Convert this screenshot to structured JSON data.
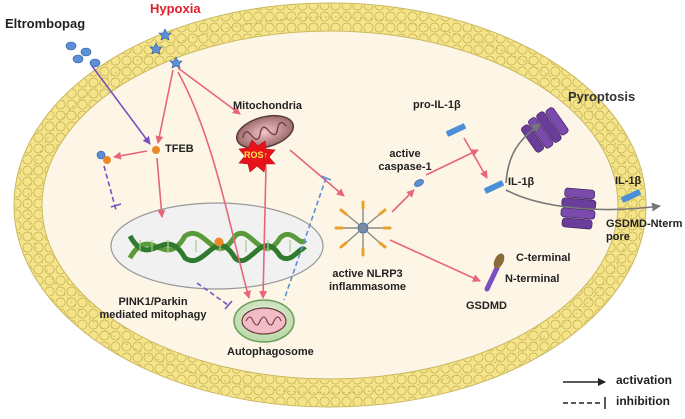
{
  "labels": {
    "eltrombopag": "Eltrombopag",
    "hypoxia": "Hypoxia",
    "tfeb": "TFEB",
    "mitochondria": "Mitochondria",
    "ros": "ROS↑",
    "pro_il1b": "pro-IL-1β",
    "pyroptosis": "Pyroptosis",
    "active_caspase1_line1": "active",
    "active_caspase1_line2": "caspase-1",
    "il1b_inner": "IL-1β",
    "il1b_outer": "IL-1β",
    "gsdmd_nterm_pore_line1": "GSDMD-Nterm",
    "gsdmd_nterm_pore_line2": "pore",
    "c_terminal": "C-terminal",
    "n_terminal": "N-terminal",
    "gsdmd": "GSDMD",
    "nlrp3_line1": "active NLRP3",
    "nlrp3_line2": "inflammasome",
    "pink1_line1": "PINK1/Parkin",
    "pink1_line2": "mediated mitophagy",
    "autophagosome": "Autophagosome"
  },
  "legend": {
    "activation": "activation",
    "inhibition": "inhibition"
  },
  "colors": {
    "activation_arrow": "#e8657a",
    "drug_arrow": "#7a4fc0",
    "inhibition_purple": "#7a4fc0",
    "inhibition_blue": "#5b8fd6",
    "membrane_bead": "#f5e48a",
    "cell_fill": "#fdf6e6",
    "hypoxia_text": "#e0202a",
    "pore": "#6a3d9a",
    "il1b": "#4a8fd8"
  }
}
